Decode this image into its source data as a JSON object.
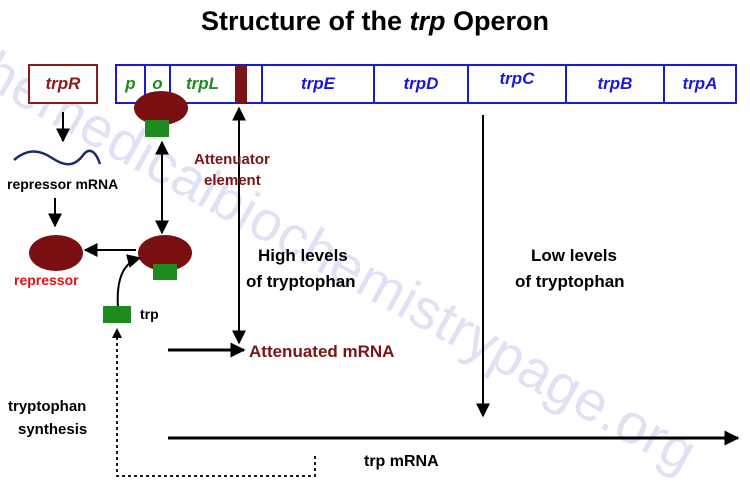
{
  "title": {
    "prefix": "Structure of the ",
    "italic": "trp",
    "suffix": " Operon"
  },
  "regulator_gene": "trpR",
  "operon": {
    "promoter": "p",
    "operator": "o",
    "leader": "trpL",
    "genes": [
      "trpE",
      "trpD",
      "trpC",
      "trpB",
      "trpA"
    ]
  },
  "labels": {
    "repressor_mrna": "repressor mRNA",
    "repressor": "repressor",
    "trp": "trp",
    "attenuator_line1": "Attenuator",
    "attenuator_line2": "element",
    "high_line1": "High levels",
    "high_line2": "of tryptophan",
    "low_line1": "Low levels",
    "low_line2": "of tryptophan",
    "attenuated_mrna": "Attenuated mRNA",
    "synth_line1": "tryptophan",
    "synth_line2": "synthesis",
    "trp_mrna": "trp mRNA"
  },
  "watermark": "themedicalbiochemistrypage.org",
  "colors": {
    "operon_blue": "#1a1ad6",
    "regulator_red": "#8b1a1a",
    "repressor_fill": "#7a0f12",
    "trp_green": "#1f8a1f",
    "mrna_squiggle": "#1c2a6e",
    "repressor_label": "#e01010",
    "attenuated_label": "#7a1515"
  }
}
